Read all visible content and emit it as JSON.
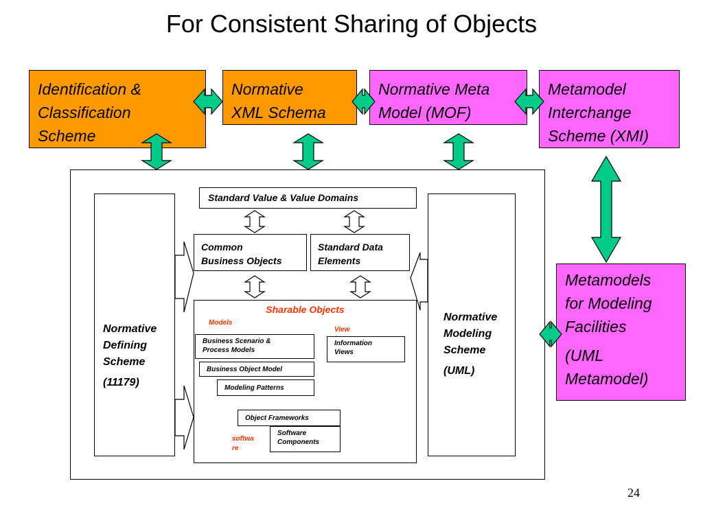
{
  "slide": {
    "title": "For Consistent Sharing of Objects",
    "page_number": "24"
  },
  "top_row": {
    "identification": "Identification &\nClassification\nScheme",
    "xml_schema": "Normative\nXML Schema",
    "meta_model": "Normative Meta\nModel   (MOF)",
    "interchange": "Metamodel\nInterchange\nScheme (XMI)"
  },
  "metamodels": {
    "line1": "Metamodels\nfor Modeling\nFacilities",
    "line2": "(UML\nMetamodel)"
  },
  "framework": {
    "left_scheme": "Normative\nDefining\nScheme",
    "left_scheme_ref": "(11179)",
    "right_scheme": "Normative\nModeling\nScheme",
    "right_scheme_ref": "(UML)",
    "standard_values": "Standard Value & Value Domains",
    "common_business_objects": "Common\nBusiness Objects",
    "standard_data_elements": "Standard Data\nElements",
    "sharable_objects": "Sharable Objects",
    "models_label": "Models",
    "views_label": "View\ns",
    "business_scenario": "Business Scenario &\nProcess Models",
    "information_views": "Information\nViews",
    "business_object_model": "Business Object Model",
    "modeling_patterns": "Modeling Patterns",
    "object_frameworks": "Object Frameworks",
    "software_components": "Software\nComponents",
    "software_label": "softwa\nre"
  },
  "colors": {
    "orange": "#ff9900",
    "magenta": "#ff66ff",
    "arrow_green": "#00cc88",
    "label_red": "#ff3300"
  }
}
